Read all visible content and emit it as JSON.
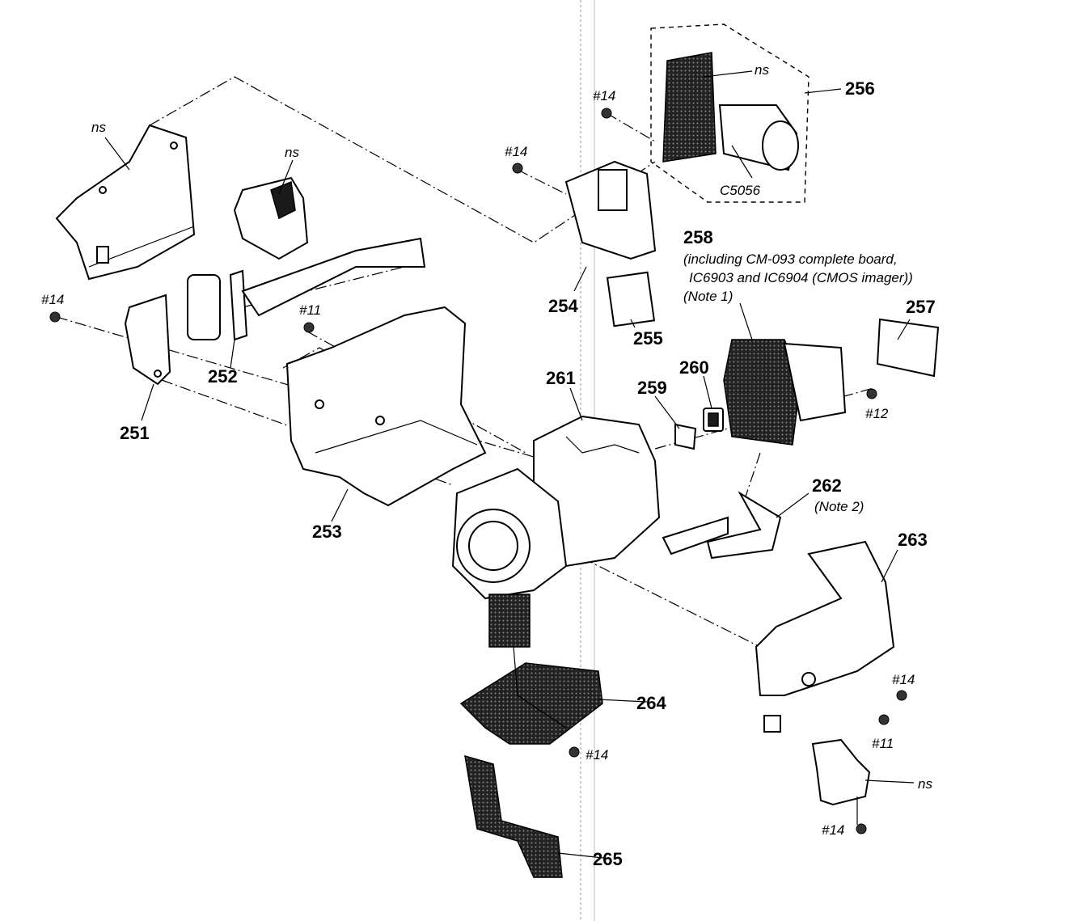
{
  "diagram": {
    "refs": {
      "r251": "251",
      "r252": "252",
      "r253": "253",
      "r254": "254",
      "r255": "255",
      "r256": "256",
      "r257": "257",
      "r258": "258",
      "r259": "259",
      "r260": "260",
      "r261": "261",
      "r262": "262",
      "r263": "263",
      "r264": "264",
      "r265": "265"
    },
    "notes": {
      "n258_line1": "(including CM-093 complete board,",
      "n258_line2": "IC6903 and IC6904 (CMOS imager))",
      "n258_line3": "(Note 1)",
      "n262": "(Note 2)"
    },
    "labels": {
      "ns": "ns",
      "c5056": "C5056",
      "s14": "#14",
      "s11": "#11",
      "s12": "#12"
    }
  }
}
